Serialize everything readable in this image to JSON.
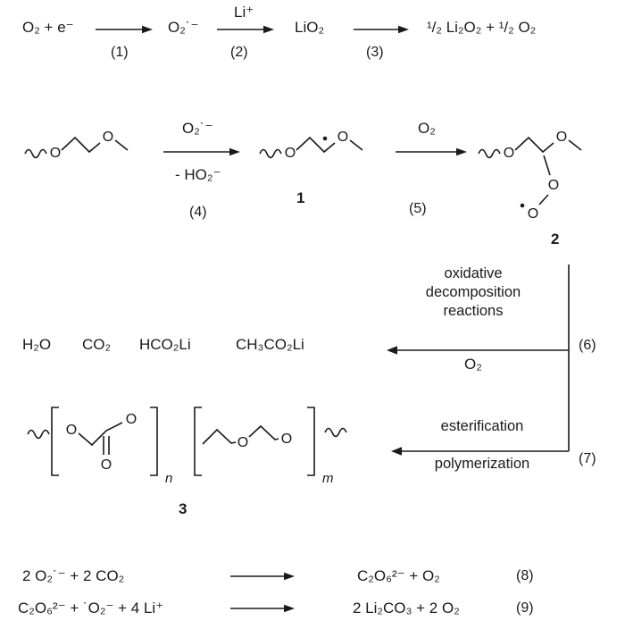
{
  "colors": {
    "ink": "#1a1a1a",
    "background": "#ffffff"
  },
  "top_row": {
    "reactant": "O₂ + e⁻",
    "label1": "(1)",
    "superoxide": "O₂˙⁻",
    "arrow2_above": "Li⁺",
    "label2": "(2)",
    "lithium_superoxide": "LiO₂",
    "label3": "(3)",
    "products": "¹/₂ Li₂O₂ + ¹/₂ O₂"
  },
  "ether_row": {
    "arrow4_above": "O₂˙⁻",
    "arrow4_below": "- HO₂⁻",
    "label4": "(4)",
    "struct1_label": "1",
    "arrow5_above": "O₂",
    "label5": "(5)",
    "struct2_label": "2"
  },
  "branch6": {
    "caption": "oxidative\ndecomposition\nreactions",
    "below": "O₂",
    "label": "(6)",
    "products": [
      "H₂O",
      "CO₂",
      "HCO₂Li",
      "CH₃CO₂Li"
    ]
  },
  "branch7": {
    "above": "esterification",
    "below": "polymerization",
    "label": "(7)",
    "struct3_label": "3",
    "sub_n": "n",
    "sub_m": "m"
  },
  "equations": [
    {
      "lhs": "2 O₂˙⁻ + 2 CO₂",
      "rhs": "C₂O₆²⁻ + O₂",
      "label": "(8)"
    },
    {
      "lhs": "C₂O₆²⁻ + ˙O₂⁻ + 4 Li⁺",
      "rhs": "2 Li₂CO₃ + 2 O₂",
      "label": "(9)"
    }
  ],
  "atoms": {
    "oxygen": "O"
  }
}
